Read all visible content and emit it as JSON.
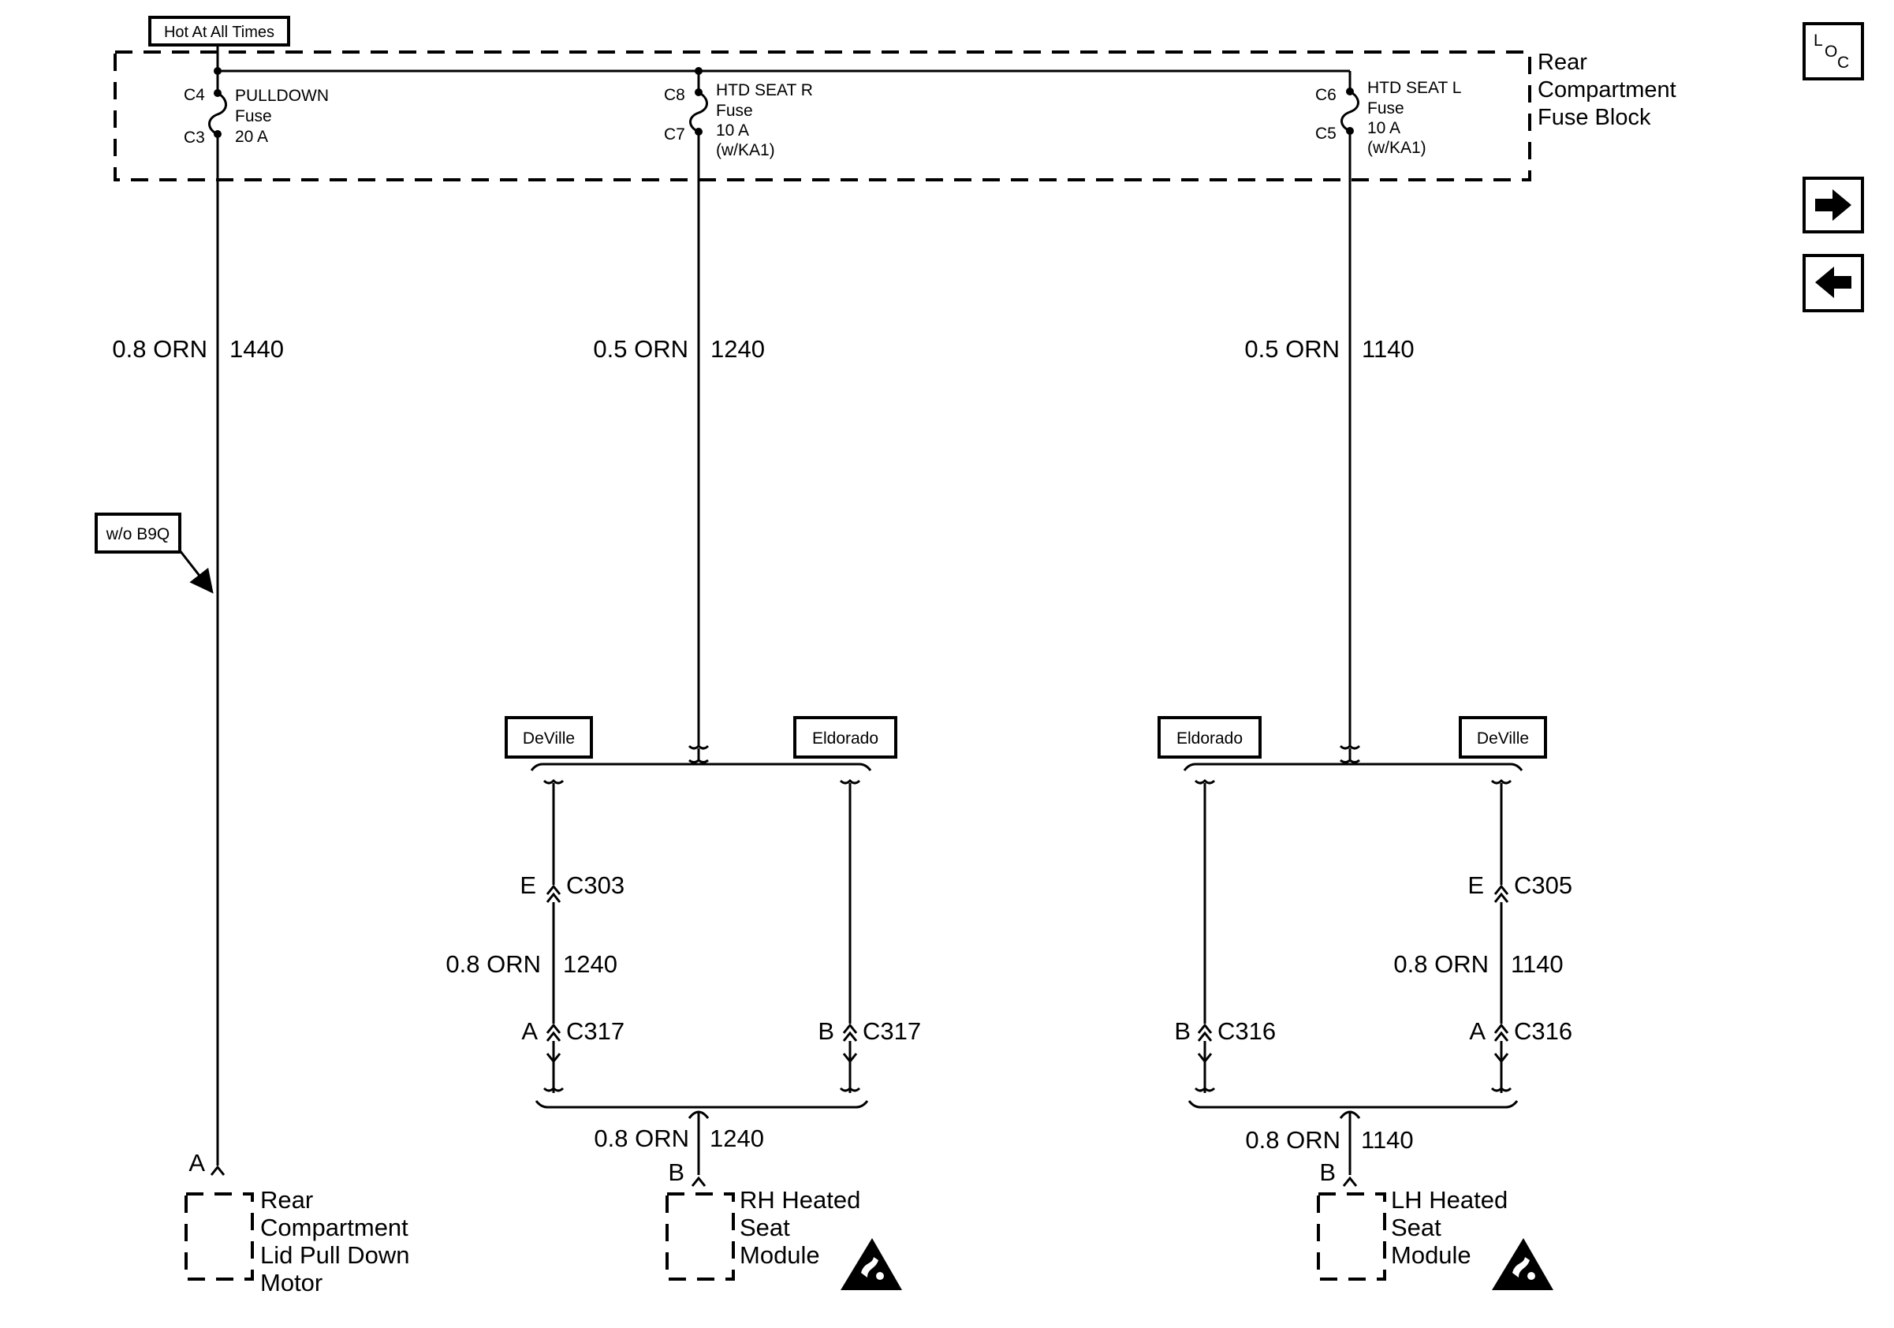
{
  "hot_label": "Hot At All Times",
  "fuse_block": {
    "label_lines": [
      "Rear",
      "Compartment",
      "Fuse Block"
    ],
    "fuses": [
      {
        "in_pin": "C4",
        "out_pin": "C3",
        "lines": [
          "PULLDOWN",
          "Fuse",
          "20 A"
        ]
      },
      {
        "in_pin": "C8",
        "out_pin": "C7",
        "lines": [
          "HTD SEAT R",
          "Fuse",
          "10 A",
          "(w/KA1)"
        ]
      },
      {
        "in_pin": "C6",
        "out_pin": "C5",
        "lines": [
          "HTD SEAT L",
          "Fuse",
          "10 A",
          "(w/KA1)"
        ]
      }
    ]
  },
  "wires": {
    "pulldown": {
      "gauge_color": "0.8 ORN",
      "circuit": "1440"
    },
    "seat_r": {
      "gauge_color": "0.5 ORN",
      "circuit": "1240"
    },
    "seat_l": {
      "gauge_color": "0.5 ORN",
      "circuit": "1140"
    },
    "seat_r_mid": {
      "gauge_color": "0.8 ORN",
      "circuit": "1240"
    },
    "seat_l_mid": {
      "gauge_color": "0.8 ORN",
      "circuit": "1140"
    },
    "seat_r_low": {
      "gauge_color": "0.8 ORN",
      "circuit": "1240"
    },
    "seat_l_low": {
      "gauge_color": "0.8 ORN",
      "circuit": "1140"
    }
  },
  "option_label": "w/o B9Q",
  "variant_labels": {
    "right_left": "DeVille",
    "right_right": "Eldorado",
    "left_left": "Eldorado",
    "left_right": "DeVille"
  },
  "connectors": {
    "r_c303_pin": "E",
    "r_c303": "C303",
    "r_c317a_pin": "A",
    "r_c317a": "C317",
    "r_c317b_pin": "B",
    "r_c317b": "C317",
    "l_c305_pin": "E",
    "l_c305": "C305",
    "l_c316b_pin": "B",
    "l_c316b": "C316",
    "l_c316a_pin": "A",
    "l_c316a": "C316"
  },
  "components": {
    "motor": {
      "pin": "A",
      "lines": [
        "Rear",
        "Compartment",
        "Lid Pull Down",
        "Motor"
      ]
    },
    "rh_seat": {
      "pin": "B",
      "lines": [
        "RH Heated",
        "Seat",
        "Module"
      ]
    },
    "lh_seat": {
      "pin": "B",
      "lines": [
        "LH Heated",
        "Seat",
        "Module"
      ]
    }
  },
  "loc_icon": {
    "l": "L",
    "o": "O",
    "c": "C"
  },
  "nav": {
    "next": "right-arrow-icon",
    "prev": "left-arrow-icon"
  }
}
